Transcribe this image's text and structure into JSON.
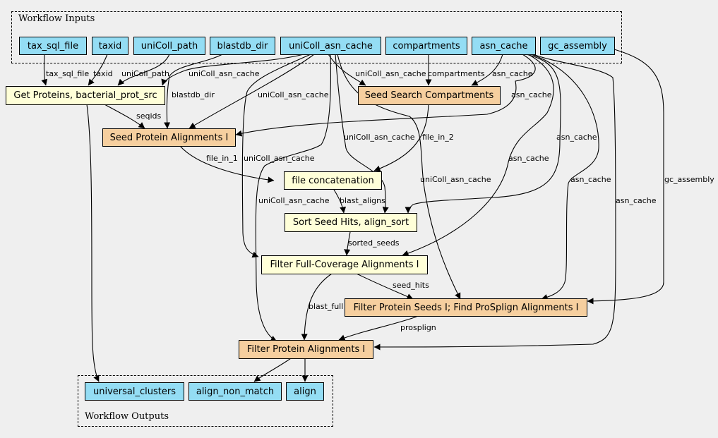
{
  "colors": {
    "io": "#94ddf4",
    "tool": "#ffffd8",
    "subworkflow": "#f6cf9f",
    "background": "#efefef"
  },
  "clusters": {
    "inputs_label": "Workflow Inputs",
    "outputs_label": "Workflow Outputs"
  },
  "nodes": {
    "tax_sql_file": "tax_sql_file",
    "taxid": "taxid",
    "unicoll_path": "uniColl_path",
    "blastdb_dir": "blastdb_dir",
    "unicoll_asn_cache": "uniColl_asn_cache",
    "compartments": "compartments",
    "asn_cache": "asn_cache",
    "gc_assembly": "gc_assembly",
    "get_proteins": "Get Proteins, bacterial_prot_src",
    "seed_search_compartments": "Seed Search Compartments",
    "seed_protein_alignments": "Seed Protein Alignments I",
    "file_concatenation": "file concatenation",
    "sort_seed_hits": "Sort Seed Hits, align_sort",
    "filter_full_coverage": "Filter Full-Coverage Alignments I",
    "filter_protein_seeds": "Filter Protein Seeds I; Find ProSplign Alignments I",
    "filter_protein_alignments": "Filter Protein Alignments I",
    "universal_clusters": "universal_clusters",
    "align_non_match": "align_non_match",
    "align": "align"
  },
  "edge_labels": {
    "tax_sql_file": "tax_sql_file",
    "taxid": "taxid",
    "unicoll_path": "uniColl_path",
    "unicoll_asn_cache_1": "uniColl_asn_cache",
    "blastdb_dir": "blastdb_dir",
    "unicoll_asn_cache_2": "uniColl_asn_cache",
    "unicoll_asn_cache_3": "uniColl_asn_cache",
    "compartments": "compartments",
    "asn_cache_1": "asn_cache",
    "asn_cache_2": "asn_cache",
    "seqids": "seqids",
    "file_in_2": "file_in_2",
    "unicoll_asn_cache_4": "uniColl_asn_cache",
    "asn_cache_3": "asn_cache",
    "file_in_1": "file_in_1",
    "unicoll_asn_cache_5": "uniColl_asn_cache",
    "asn_cache_4": "asn_cache",
    "unicoll_asn_cache_6": "uniColl_asn_cache",
    "asn_cache_5": "asn_cache",
    "gc_assembly": "gc_assembly",
    "unicoll_asn_cache_7": "uniColl_asn_cache",
    "asn_cache_6": "asn_cache",
    "blast_aligns": "blast_aligns",
    "sorted_seeds": "sorted_seeds",
    "seed_hits": "seed_hits",
    "blast_full": "blast_full",
    "prosplign": "prosplign"
  }
}
